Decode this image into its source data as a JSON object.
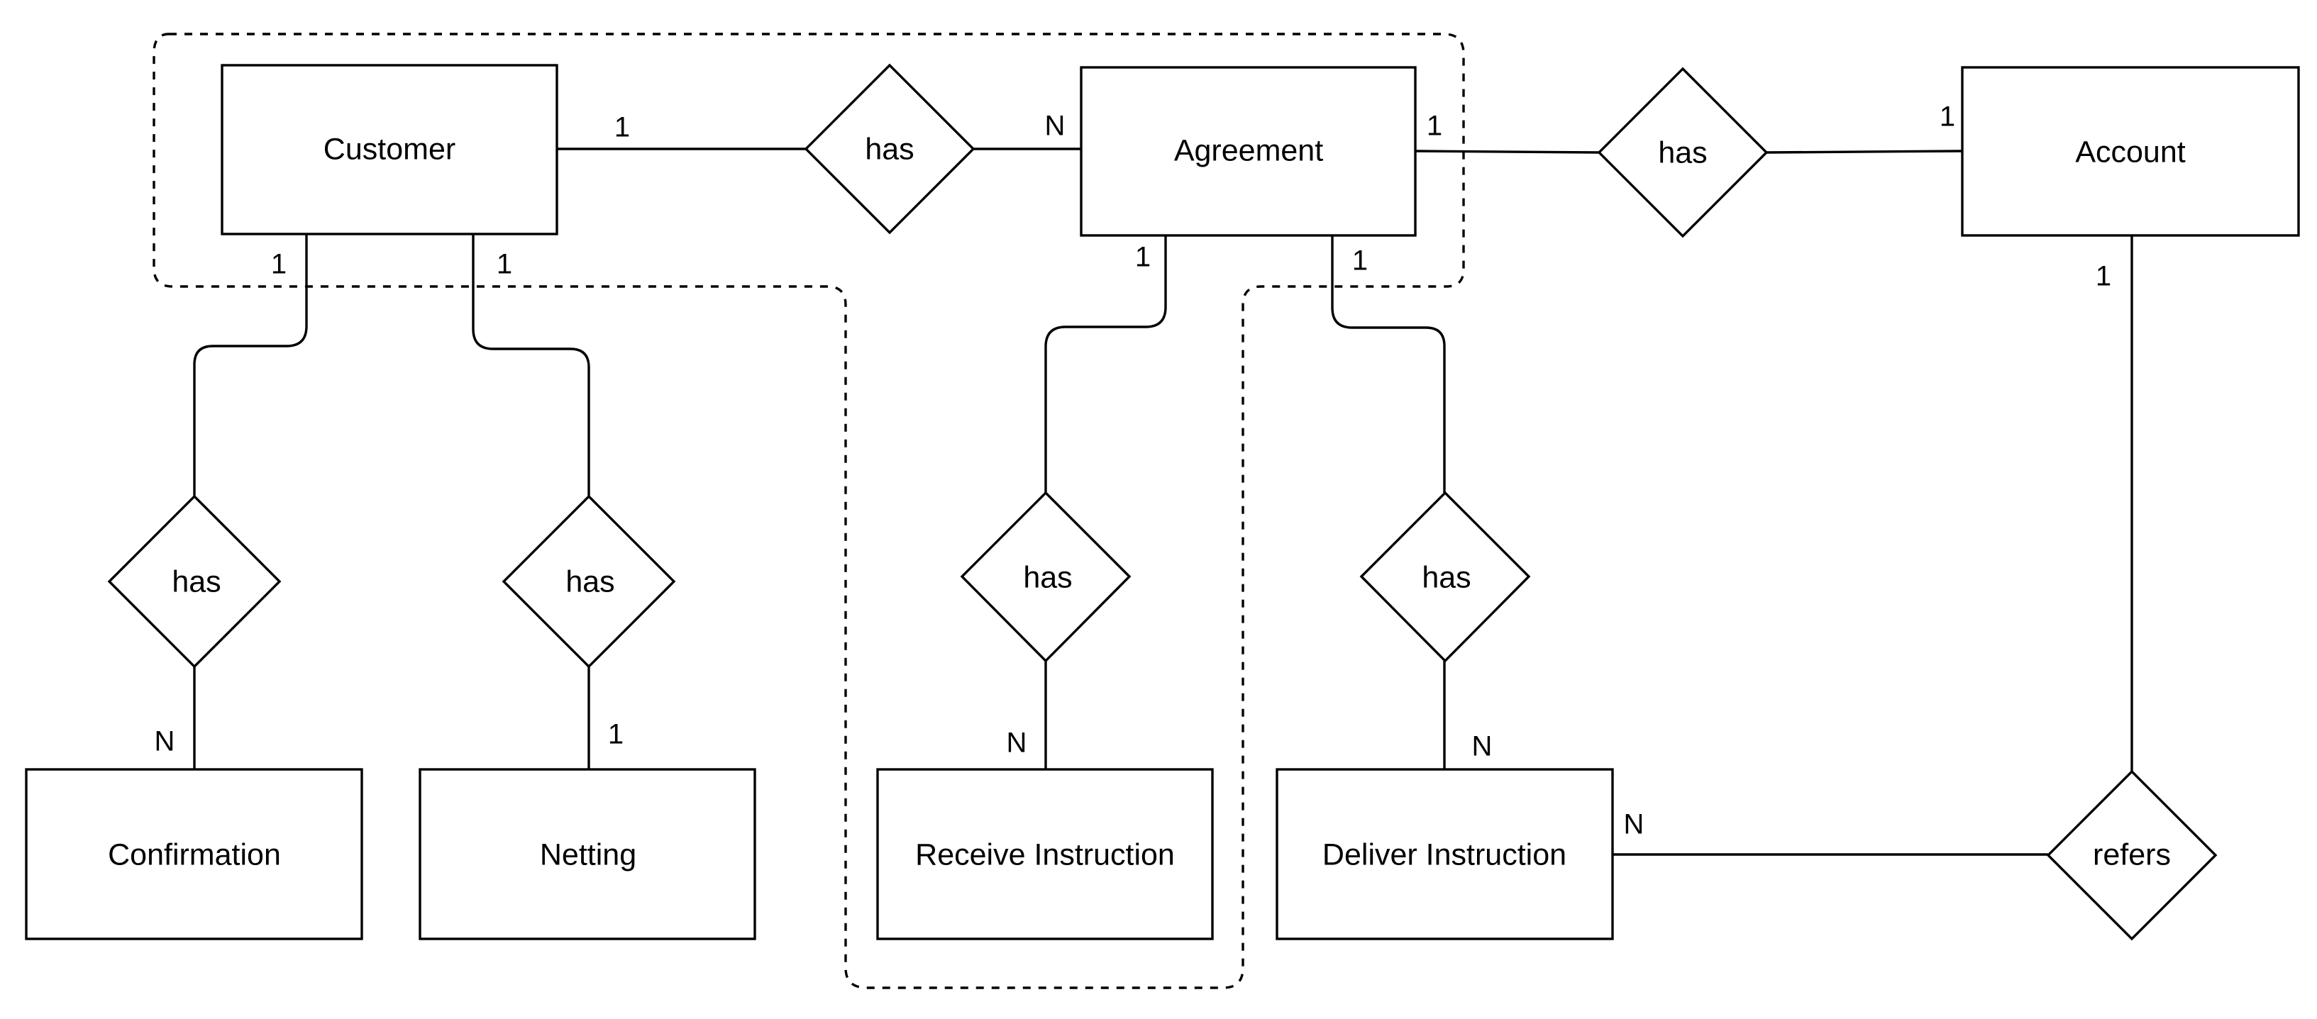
{
  "diagram": {
    "type": "entity-relationship",
    "entities": {
      "customer": "Customer",
      "agreement": "Agreement",
      "account": "Account",
      "confirmation": "Confirmation",
      "netting": "Netting",
      "receive_instruction": "Receive Instruction",
      "deliver_instruction": "Deliver Instruction"
    },
    "relationships": {
      "customer_agreement": "has",
      "agreement_account": "has",
      "customer_confirmation": "has",
      "customer_netting": "has",
      "agreement_receive": "has",
      "agreement_deliver": "has",
      "account_deliver": "refers"
    },
    "cardinalities": {
      "customer_agreement_customer_end": "1",
      "customer_agreement_agreement_end": "N",
      "agreement_account_agreement_end": "1",
      "agreement_account_account_end": "1",
      "customer_confirmation_customer_end": "1",
      "customer_confirmation_confirmation_end": "N",
      "customer_netting_customer_end": "1",
      "customer_netting_netting_end": "1",
      "agreement_receive_agreement_end": "1",
      "agreement_receive_receive_end": "N",
      "agreement_deliver_agreement_end": "1",
      "agreement_deliver_deliver_end": "N",
      "account_deliver_account_end": "1",
      "account_deliver_deliver_end": "N"
    }
  }
}
